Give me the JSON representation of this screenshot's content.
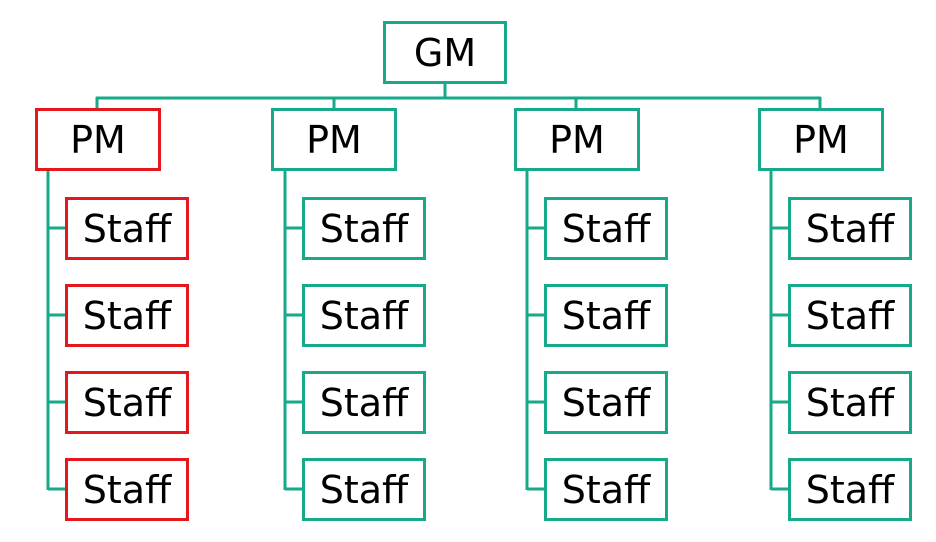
{
  "colors": {
    "normal": "#16a98a",
    "highlight": "#e6161d"
  },
  "gm": {
    "label": "GM"
  },
  "groups": [
    {
      "pm": "PM",
      "highlight": true,
      "staff": [
        "Staff",
        "Staff",
        "Staff",
        "Staff"
      ]
    },
    {
      "pm": "PM",
      "highlight": false,
      "staff": [
        "Staff",
        "Staff",
        "Staff",
        "Staff"
      ]
    },
    {
      "pm": "PM",
      "highlight": false,
      "staff": [
        "Staff",
        "Staff",
        "Staff",
        "Staff"
      ]
    },
    {
      "pm": "PM",
      "highlight": false,
      "staff": [
        "Staff",
        "Staff",
        "Staff",
        "Staff"
      ]
    }
  ]
}
